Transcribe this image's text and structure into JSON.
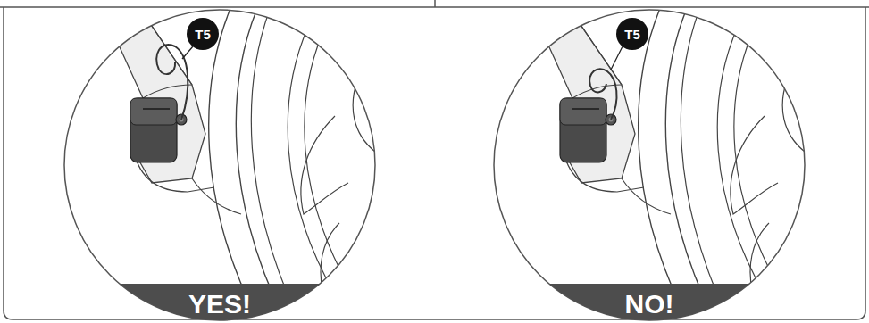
{
  "diagram": {
    "nodes": [
      {
        "text": [
          "T5"
        ]
      },
      {
        "text": [
          "YES!"
        ]
      },
      {
        "text": [
          "T5"
        ]
      },
      {
        "text": [
          "NO!"
        ]
      }
    ]
  }
}
